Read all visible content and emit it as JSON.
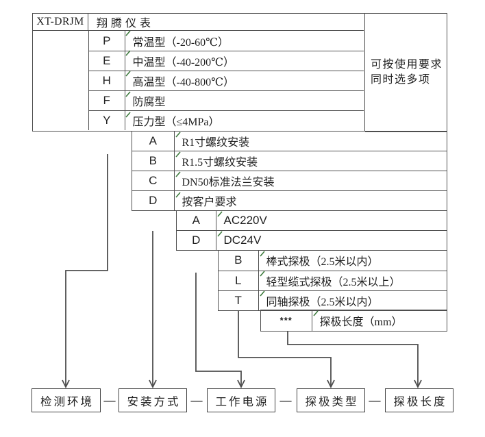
{
  "model": {
    "code": "XT-DRJM",
    "brand": "翔腾仪表"
  },
  "side_note": {
    "line1": "可按使用要求",
    "line2": "同时选多项"
  },
  "temperature_options": [
    {
      "code": "P",
      "label": "常温型（-20-60℃）"
    },
    {
      "code": "E",
      "label": "中温型（-40-200℃）"
    },
    {
      "code": "H",
      "label": "高温型（-40-800℃）"
    },
    {
      "code": "F",
      "label": "防腐型"
    },
    {
      "code": "Y",
      "label": "压力型（≤4MPa）"
    }
  ],
  "installation_options": [
    {
      "code": "A",
      "label": "R1寸螺纹安装"
    },
    {
      "code": "B",
      "label": "R1.5寸螺纹安装"
    },
    {
      "code": "C",
      "label": "DN50标准法兰安装"
    },
    {
      "code": "D",
      "label": "按客户要求"
    }
  ],
  "power_options": [
    {
      "code": "A",
      "label": "AC220V"
    },
    {
      "code": "D",
      "label": "DC24V"
    }
  ],
  "probe_options": [
    {
      "code": "B",
      "label": "棒式探极（2.5米以内）"
    },
    {
      "code": "L",
      "label": "轻型缆式探极（2.5米以上）"
    },
    {
      "code": "T",
      "label": "同轴探极（2.5米以内）"
    }
  ],
  "length_option": {
    "code": "***",
    "label": "探极长度（mm）"
  },
  "bottom_categories": [
    {
      "label": "检测环境"
    },
    {
      "label": "安装方式"
    },
    {
      "label": "工作电源"
    },
    {
      "label": "探极类型"
    },
    {
      "label": "探极长度"
    }
  ],
  "separator": "—",
  "colors": {
    "line": "#4e4e4e",
    "tick": "#3e7b3e",
    "text": "#1f1f1f"
  }
}
